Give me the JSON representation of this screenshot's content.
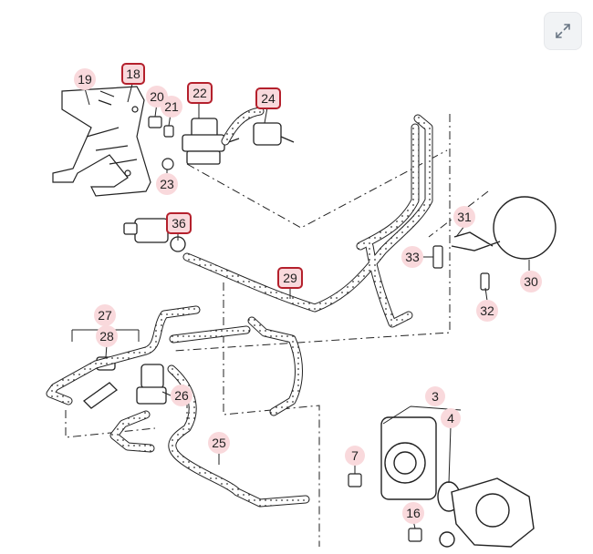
{
  "toolbar": {
    "expand_icon": "expand-arrows-icon"
  },
  "diagram": {
    "accent_color": "#b4202c",
    "badge_color": "#f9d9dc",
    "callouts": [
      {
        "id": "c19",
        "label": "19",
        "boxed": false
      },
      {
        "id": "c18",
        "label": "18",
        "boxed": true
      },
      {
        "id": "c20",
        "label": "20",
        "boxed": false
      },
      {
        "id": "c21",
        "label": "21",
        "boxed": false
      },
      {
        "id": "c22",
        "label": "22",
        "boxed": true
      },
      {
        "id": "c24",
        "label": "24",
        "boxed": true
      },
      {
        "id": "c23",
        "label": "23",
        "boxed": false
      },
      {
        "id": "c36",
        "label": "36",
        "boxed": true
      },
      {
        "id": "c29",
        "label": "29",
        "boxed": true
      },
      {
        "id": "c31",
        "label": "31",
        "boxed": false
      },
      {
        "id": "c33",
        "label": "33",
        "boxed": false
      },
      {
        "id": "c30",
        "label": "30",
        "boxed": false
      },
      {
        "id": "c32",
        "label": "32",
        "boxed": false
      },
      {
        "id": "c27",
        "label": "27",
        "boxed": false
      },
      {
        "id": "c28",
        "label": "28",
        "boxed": false
      },
      {
        "id": "c26",
        "label": "26",
        "boxed": false
      },
      {
        "id": "c25",
        "label": "25",
        "boxed": false
      },
      {
        "id": "c3",
        "label": "3",
        "boxed": false
      },
      {
        "id": "c4",
        "label": "4",
        "boxed": false
      },
      {
        "id": "c7",
        "label": "7",
        "boxed": false
      },
      {
        "id": "c16",
        "label": "16",
        "boxed": false
      }
    ]
  }
}
